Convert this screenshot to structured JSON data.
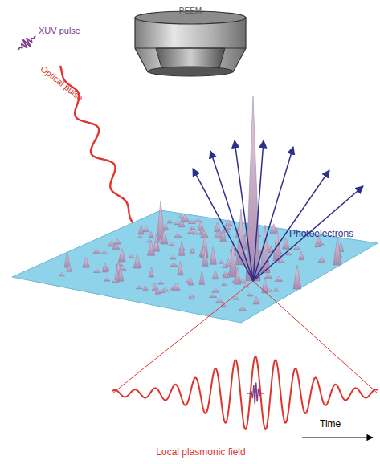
{
  "diagram": {
    "labels": [
      "PEEM",
      "XUV pulse",
      "Optical pulse",
      "Photoelectrons",
      "Time",
      "Local plasmonic field"
    ]
  }
}
